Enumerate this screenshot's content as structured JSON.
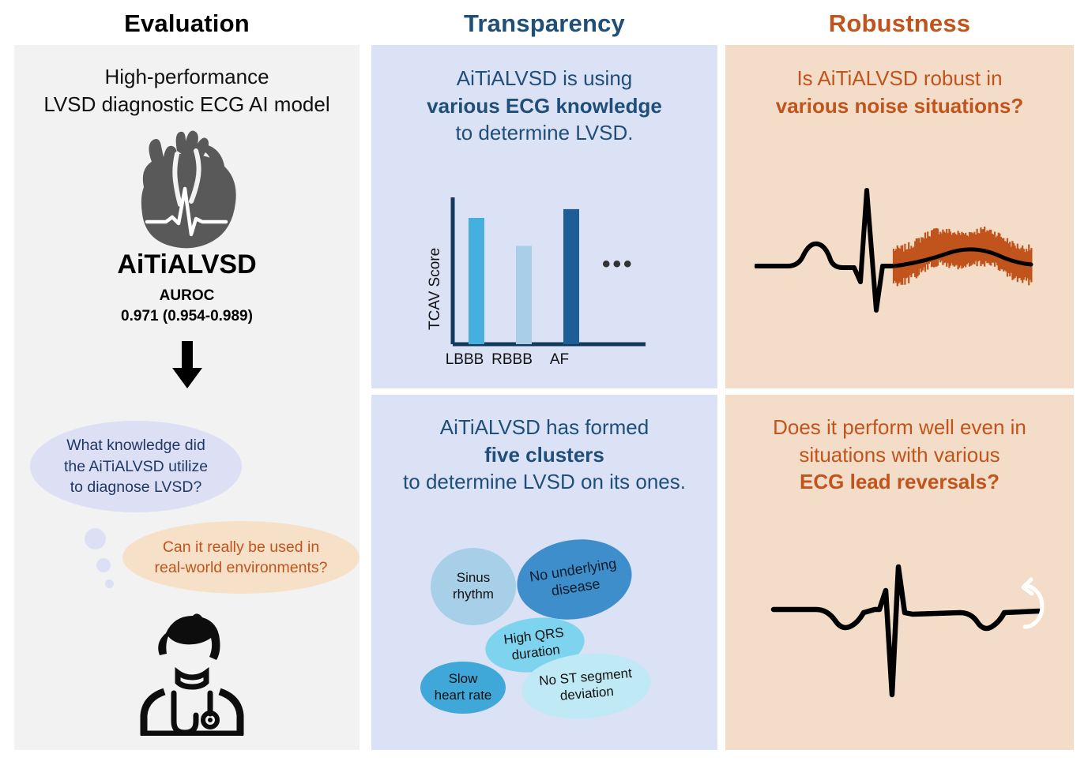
{
  "columns": {
    "evaluation_title": "Evaluation",
    "transparency_title": "Transparency",
    "robustness_title": "Robustness"
  },
  "evaluation": {
    "headline_line1": "High-performance",
    "headline_line2": "LVSD diagnostic ECG AI model",
    "heart_icon": "anatomical-heart-with-ecg-icon",
    "model_name": "AiTiALVSD",
    "auroc_label": "AUROC",
    "auroc_value": "0.971 (0.954-0.989)",
    "arrow_icon": "down-arrow-icon",
    "question_1_line1": "What knowledge did",
    "question_1_line2": "the AiTiALVSD utilize",
    "question_1_line3": "to diagnose LVSD?",
    "question_2_line1": "Can it really be used in",
    "question_2_line2": "real-world environments?",
    "doctor_icon": "doctor-with-stethoscope-icon"
  },
  "transparency": {
    "top_line1": "AiTiALVSD is using",
    "top_line2_bold": "various ECG knowledge",
    "top_line3": "to determine LVSD.",
    "bottom_line1": "AiTiALVSD has formed",
    "bottom_line2_bold": "five clusters",
    "bottom_line3": "to determine LVSD on its ones.",
    "ellipsis": "•••",
    "clusters": [
      {
        "label_line1": "Sinus",
        "label_line2": "rhythm",
        "color": "#a7cfe8"
      },
      {
        "label_line1": "No underlying",
        "label_line2": "disease",
        "color": "#3e8ecb"
      },
      {
        "label_line1": "High QRS",
        "label_line2": "duration",
        "color": "#7ed4ef"
      },
      {
        "label_line1": "Slow",
        "label_line2": "heart rate",
        "color": "#3fa8d8"
      },
      {
        "label_line1": "No ST segment",
        "label_line2": "deviation",
        "color": "#bfe9f5"
      }
    ]
  },
  "robustness": {
    "top_line1": "Is AiTiALVSD robust in",
    "top_line2_bold": "various noise situations?",
    "bottom_line1": "Does it perform well even in",
    "bottom_line2": "situations with various",
    "bottom_line3_bold": "ECG lead reversals?",
    "noise_ecg_icon": "ecg-waveform-with-noise-icon",
    "reversal_ecg_icon": "inverted-ecg-waveform-icon",
    "flip_icon": "rotate-flip-arrow-icon"
  },
  "chart_data": {
    "type": "bar",
    "title": "",
    "categories": [
      "LBBB",
      "RBBB",
      "AF"
    ],
    "values": [
      0.86,
      0.67,
      0.92
    ],
    "colors": [
      "#45b0de",
      "#a9cfe8",
      "#1f5d96"
    ],
    "xlabel": "",
    "ylabel": "TCAV Score",
    "ylim": [
      0,
      1
    ],
    "grid": false,
    "legend": false,
    "annotation": "•••"
  },
  "colors": {
    "evaluation_panel": "#f2f2f2",
    "transparency_panel": "#dce2f5",
    "robustness_panel": "#f3ddc8",
    "navy": "#1f4e79",
    "rust": "#c0541c",
    "noise_orange": "#c0541c"
  }
}
